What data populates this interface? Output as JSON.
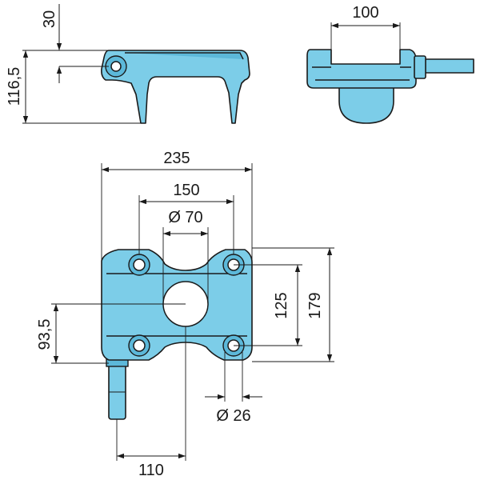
{
  "dimensions": {
    "side_height_top": "30",
    "side_height_total": "116,5",
    "end_width": "100",
    "overall_width": "235",
    "hole_spacing_x": "150",
    "bore_diameter": "Ø 70",
    "hole_spacing_y": "125",
    "overall_height": "179",
    "pin_offset": "93,5",
    "hole_diameter": "Ø 26",
    "pin_to_center": "110"
  },
  "colors": {
    "part_fill": "#7ccde8",
    "outline": "#1a1a1a"
  }
}
